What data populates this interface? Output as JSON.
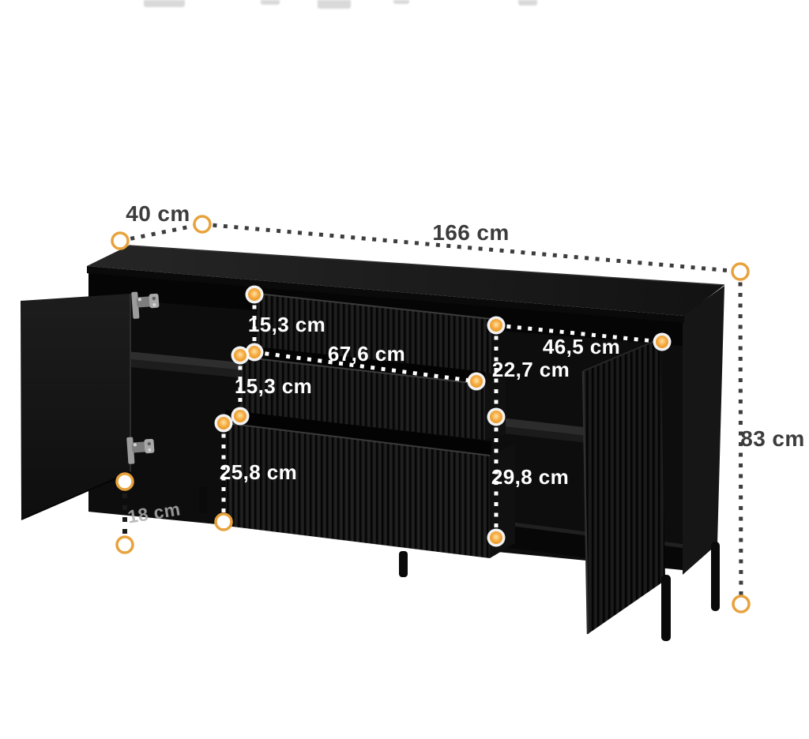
{
  "page": {
    "background": "#ffffff",
    "description": "Product dimension diagram of a black fluted sideboard with open doors and drawers",
    "unit": "cm"
  },
  "dimensions": {
    "depth": "40 cm",
    "width": "166 cm",
    "height": "83 cm",
    "top_drawer_height": "15,3 cm",
    "drawer_width": "67,6 cm",
    "middle_drawer_height": "15,3 cm",
    "bottom_drawer_height": "25,8 cm",
    "right_compartment_width": "46,5 cm",
    "right_upper_compartment_height": "22,7 cm",
    "right_lower_compartment_height": "29,8 cm",
    "leg_height": "18 cm"
  },
  "colors": {
    "marker_ring": "#e8a23c",
    "marker_glow": "#f2a13a",
    "dim_line_dark": "#3d3d3d",
    "dim_line_light": "#ffffff",
    "label_dark": "#3c3c3c",
    "label_light": "#ffffff",
    "label_muted": "#adadad",
    "furniture_black": "#141414"
  }
}
